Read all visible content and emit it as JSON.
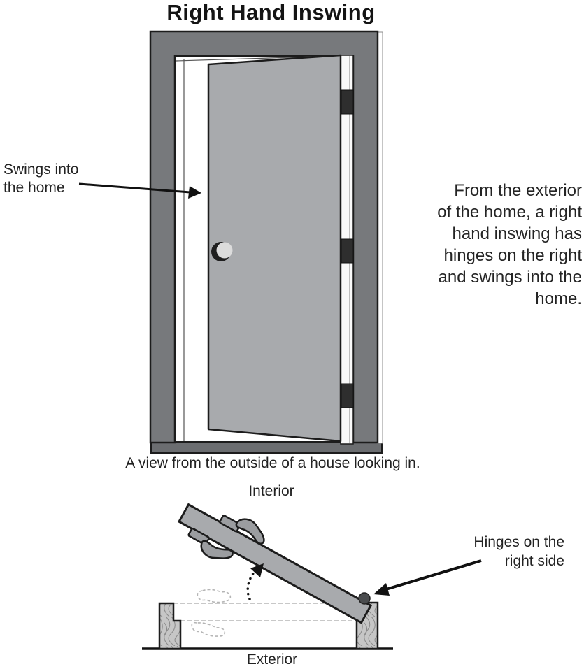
{
  "title": "Right Hand Inswing",
  "front_view": {
    "swing_label_line1": "Swings into",
    "swing_label_line2": "the home",
    "description_lines": [
      "From the exterior",
      "of the home, a right",
      "hand inswing has",
      "hinges on the right",
      "and swings into the",
      "home."
    ],
    "caption": "A view from the outside of a house looking in."
  },
  "plan_view": {
    "interior_label": "Interior",
    "exterior_label": "Exterior",
    "hinge_label_line1": "Hinges on the",
    "hinge_label_line2": "right side"
  },
  "colors": {
    "frame": "#77797c",
    "door": "#a8aaad",
    "hinge": "#2e2e2e",
    "threshold": "#6b6d70",
    "jamb_strip": "#fafafa",
    "wood": "#c6c6c6",
    "outline": "#1c1c1c",
    "ghost": "#b5b5b5",
    "hinge_dot": "#4a4c4e",
    "knob": "#dcdcdc"
  }
}
